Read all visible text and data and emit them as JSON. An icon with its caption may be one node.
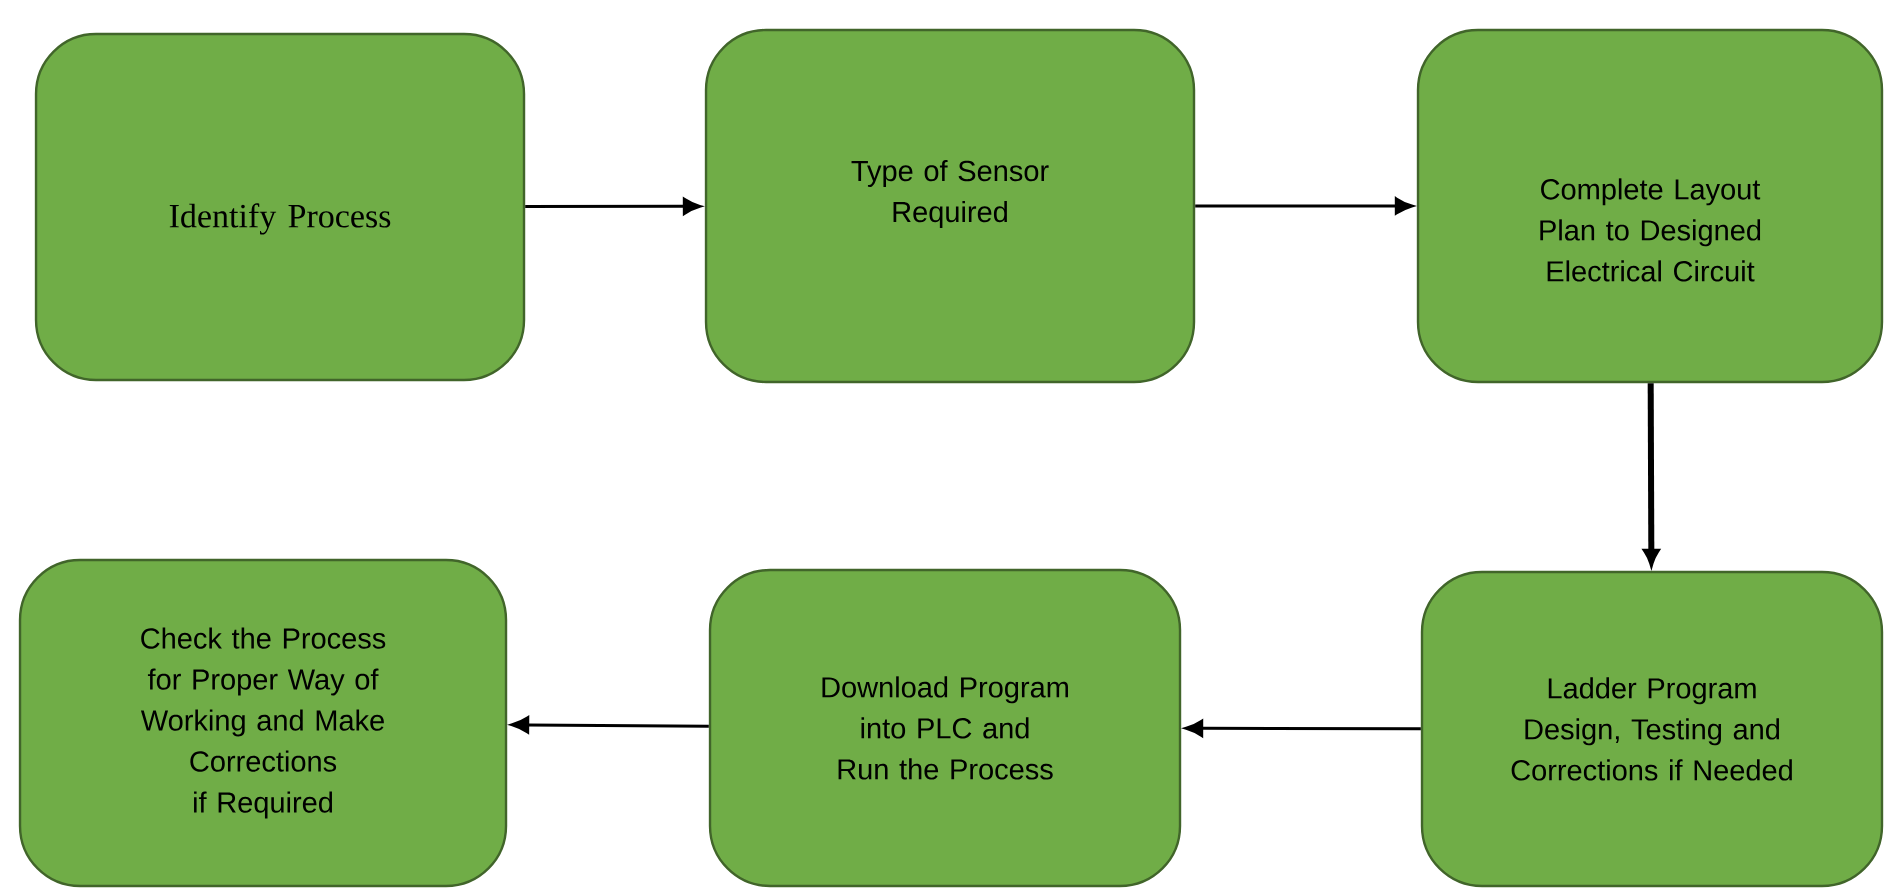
{
  "diagram": {
    "nodes": [
      {
        "text": [
          "Identify Process"
        ]
      },
      {
        "text": [
          "Type of Sensor Required"
        ]
      },
      {
        "text": [
          "Complete Layout Plan to Designed Electrical Circuit"
        ]
      },
      {
        "text": [
          "Ladder Program Design, Testing and Corrections if Needed"
        ]
      },
      {
        "text": [
          "Download Program into PLC and Run the Process"
        ]
      },
      {
        "text": [
          "Check the Process for Proper Way of Working and Make Corrections if Required"
        ]
      }
    ],
    "edges": [
      {
        "from": 0,
        "to": 1,
        "arrow": "to"
      },
      {
        "from": 1,
        "to": 2,
        "arrow": "to"
      },
      {
        "from": 2,
        "to": 3,
        "arrow": "to",
        "style": "thick"
      },
      {
        "from": 3,
        "to": 4,
        "arrow": "to"
      },
      {
        "from": 4,
        "to": 5,
        "arrow": "to"
      }
    ]
  }
}
